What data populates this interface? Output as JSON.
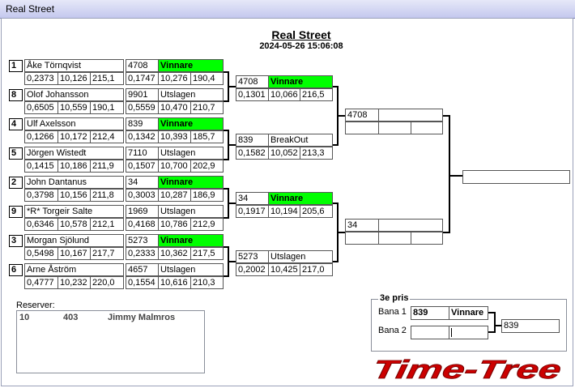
{
  "window": {
    "title": "Real Street"
  },
  "header": {
    "title": "Real Street",
    "datetime": "2024-05-26 15:06:08"
  },
  "round1": [
    {
      "seed": "1",
      "name": "Åke Törnqvist",
      "stats": [
        "0,2373",
        "10,126",
        "215,1"
      ],
      "car": "4708",
      "result": "Vinnare",
      "rstats": [
        "0,1747",
        "10,276",
        "190,4"
      ]
    },
    {
      "seed": "8",
      "name": "Olof Johansson",
      "stats": [
        "0,6505",
        "10,559",
        "190,1"
      ],
      "car": "9901",
      "result": "Utslagen",
      "rstats": [
        "0,5559",
        "10,470",
        "210,7"
      ]
    },
    {
      "seed": "4",
      "name": "Ulf Axelsson",
      "stats": [
        "0,1266",
        "10,172",
        "212,4"
      ],
      "car": "839",
      "result": "Vinnare",
      "rstats": [
        "0,1342",
        "10,393",
        "185,7"
      ]
    },
    {
      "seed": "5",
      "name": "Jörgen  Wistedt",
      "stats": [
        "0,1415",
        "10,186",
        "211,9"
      ],
      "car": "7110",
      "result": "Utslagen",
      "rstats": [
        "0,1507",
        "10,700",
        "202,9"
      ]
    },
    {
      "seed": "2",
      "name": "John Dantanus",
      "stats": [
        "0,3798",
        "10,156",
        "211,8"
      ],
      "car": "34",
      "result": "Vinnare",
      "rstats": [
        "0,3003",
        "10,287",
        "186,9"
      ]
    },
    {
      "seed": "9",
      "name": "*R* Torgeir Salte",
      "stats": [
        "0,6346",
        "10,578",
        "212,1"
      ],
      "car": "1969",
      "result": "Utslagen",
      "rstats": [
        "0,4168",
        "10,786",
        "212,9"
      ]
    },
    {
      "seed": "3",
      "name": "Morgan Sjölund",
      "stats": [
        "0,5498",
        "10,167",
        "217,7"
      ],
      "car": "5273",
      "result": "Vinnare",
      "rstats": [
        "0,2333",
        "10,362",
        "217,5"
      ]
    },
    {
      "seed": "6",
      "name": "Arne Åström",
      "stats": [
        "0,4777",
        "10,232",
        "220,0"
      ],
      "car": "4657",
      "result": "Utslagen",
      "rstats": [
        "0,1554",
        "10,616",
        "210,3"
      ]
    }
  ],
  "round2": [
    {
      "car": "4708",
      "result": "Vinnare",
      "stats": [
        "0,1301",
        "10,066",
        "216,5"
      ]
    },
    {
      "car": "839",
      "result": "BreakOut",
      "stats": [
        "0,1582",
        "10,052",
        "213,3"
      ]
    },
    {
      "car": "34",
      "result": "Vinnare",
      "stats": [
        "0,1917",
        "10,194",
        "205,6"
      ]
    },
    {
      "car": "5273",
      "result": "Utslagen",
      "stats": [
        "0,2002",
        "10,425",
        "217,0"
      ]
    }
  ],
  "round3": [
    {
      "car": "4708",
      "result": "",
      "stats": [
        "",
        "",
        ""
      ]
    },
    {
      "car": "34",
      "result": "",
      "stats": [
        "",
        "",
        ""
      ]
    }
  ],
  "final": {
    "car": ""
  },
  "reserves": {
    "label": "Reserver:",
    "rows": [
      {
        "num": "10",
        "car": "403",
        "name": "Jimmy Malmros"
      }
    ]
  },
  "third_place": {
    "title": "3e pris",
    "lane1": {
      "label": "Bana 1",
      "car": "839",
      "result": "Vinnare"
    },
    "lane2": {
      "label": "Bana 2",
      "car": "",
      "result": ""
    },
    "winner": "839"
  },
  "logo": {
    "text": "Time-Tree",
    "color": "#cc0000"
  }
}
